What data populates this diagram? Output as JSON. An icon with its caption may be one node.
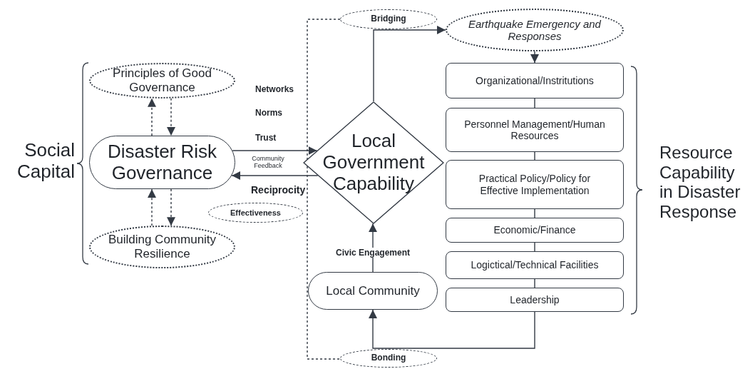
{
  "diagram": {
    "nodes": [
      {
        "text": [
          "Principles of Good Governance"
        ]
      },
      {
        "text": [
          "Disaster Risk Governance"
        ]
      },
      {
        "text": [
          "Building Community Resilience"
        ]
      },
      {
        "text": [
          "Local Government Capability"
        ]
      },
      {
        "text": [
          "Local Community"
        ]
      },
      {
        "text": [
          "Bridging"
        ]
      },
      {
        "text": [
          "Earthquake Emergency and Responses"
        ]
      },
      {
        "text": [
          "Organizational/Instritutions"
        ]
      },
      {
        "text": [
          "Personnel Management/Human Resources"
        ]
      },
      {
        "text": [
          "Practical Policy/Policy for Effective Implementation"
        ]
      },
      {
        "text": [
          "Economic/Finance"
        ]
      },
      {
        "text": [
          "Logictical/Technical Facilities"
        ]
      },
      {
        "text": [
          "Leadership"
        ]
      },
      {
        "text": [
          "Bonding"
        ]
      },
      {
        "text": [
          "Effectiveness"
        ]
      }
    ],
    "edges": [
      {
        "from": 1,
        "to": 0,
        "arrow": "to",
        "style": "dashed"
      },
      {
        "from": 0,
        "to": 1,
        "arrow": "to",
        "style": "dashed"
      },
      {
        "from": 1,
        "to": 2,
        "arrow": "to",
        "style": "dashed"
      },
      {
        "from": 2,
        "to": 1,
        "arrow": "to",
        "style": "dashed"
      },
      {
        "from": 1,
        "to": 3,
        "arrow": "to"
      },
      {
        "from": 3,
        "to": 1,
        "arrow": "to"
      },
      {
        "from": 3,
        "to": 6,
        "arrow": "to"
      },
      {
        "from": 6,
        "to": 7,
        "arrow": "to"
      },
      {
        "from": 7,
        "to": 8,
        "arrow": "none"
      },
      {
        "from": 8,
        "to": 9,
        "arrow": "none"
      },
      {
        "from": 9,
        "to": 10,
        "arrow": "none"
      },
      {
        "from": 10,
        "to": 11,
        "arrow": "none"
      },
      {
        "from": 11,
        "to": 12,
        "arrow": "none"
      },
      {
        "from": 12,
        "to": 4,
        "arrow": "to"
      },
      {
        "from": 4,
        "to": 3,
        "arrow": "to",
        "label": "Civic Engagement"
      },
      {
        "from": 5,
        "to": 13,
        "arrow": "none",
        "style": "dashed"
      }
    ],
    "labels": [
      "Social Capital",
      "Networks",
      "Norms",
      "Trust",
      "Community Feedback",
      "Reciprocity",
      "Resource Capability in Disaster Response"
    ]
  }
}
